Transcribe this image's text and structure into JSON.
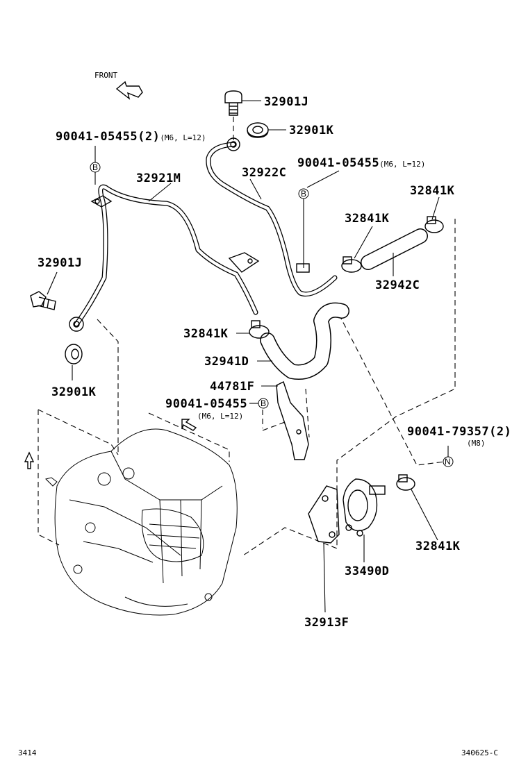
{
  "front_label": "FRONT",
  "parts": {
    "p32901J_top": "32901J",
    "p32901K_top": "32901K",
    "p90041_a": "90041-05455",
    "p90041_a_qty": "(2)",
    "p90041_a_spec": "(M6, L=12)",
    "p32921M": "32921M",
    "p32922C": "32922C",
    "p90041_b": "90041-05455",
    "p90041_b_spec": "(M6, L=12)",
    "p32841K_r": "32841K",
    "p32841K_m": "32841K",
    "p32942C": "32942C",
    "p32901J_left": "32901J",
    "p32841K_l": "32841K",
    "p32941D": "32941D",
    "p32901K_left": "32901K",
    "p44781F": "44781F",
    "p90041_c": "90041-05455",
    "p90041_c_spec": "(M6, L=12)",
    "p90041_d": "90041-79357",
    "p90041_d_qty": "(2)",
    "p90041_d_spec": "(M8)",
    "p32841K_b": "32841K",
    "p33490D": "33490D",
    "p32913F": "32913F"
  },
  "symbols": {
    "b": "B",
    "n": "N"
  },
  "footer": {
    "left_code": "3414",
    "right_code": "340625-C"
  }
}
